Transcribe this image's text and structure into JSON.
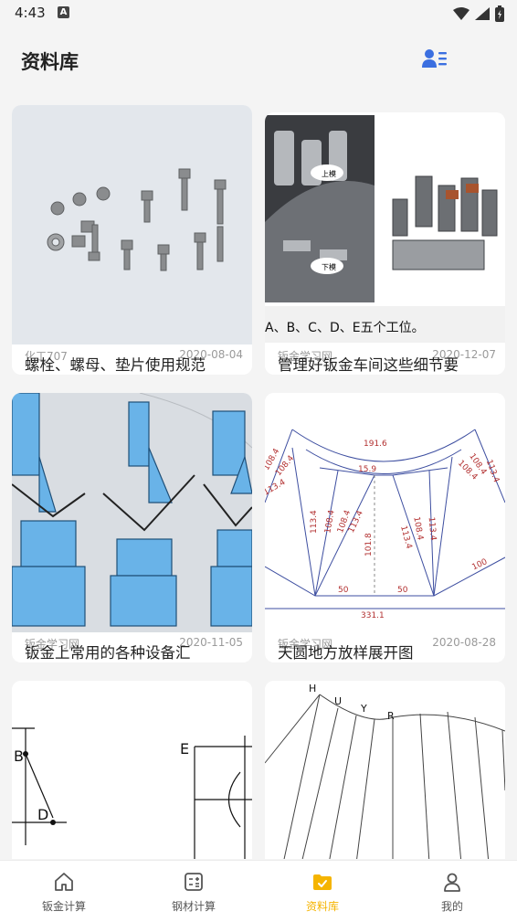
{
  "status": {
    "time": "4:43",
    "notification_glyph": "A"
  },
  "header": {
    "title": "资料库",
    "action_icon": "user-list-icon"
  },
  "articles": [
    {
      "title": "螺栓、螺母、垫片使用规范",
      "source": "化工707",
      "date": "2020-08-04",
      "image": "bolts-photo"
    },
    {
      "title": "管理好钣金车间这些细节要",
      "source": "钣金学习网",
      "date": "2020-12-07",
      "image": "turret-tooling-photo",
      "image_caption": "A、B、C、D、E五个工位。",
      "image_labels": [
        "上模",
        "下模"
      ]
    },
    {
      "title": "钣金上常用的各种设备汇",
      "source": "钣金学习网",
      "date": "2020-11-05",
      "image": "press-brake-diagram"
    },
    {
      "title": "天圆地方放样展开图",
      "source": "钣金学习网",
      "date": "2020-08-28",
      "image": "development-drawing",
      "image_labels": [
        "191.6",
        "108.4",
        "108.4",
        "113.4",
        "15.9",
        "108.4",
        "108.4",
        "113.4",
        "113.4",
        "108.4",
        "108.4",
        "113.4",
        "101.8",
        "113.4",
        "108.4",
        "113.4",
        "50",
        "50",
        "100",
        "331.1"
      ]
    },
    {
      "title": "",
      "source": "",
      "date": "",
      "image": "geometry-drawing-b-d-e",
      "image_labels": [
        "B",
        "D",
        "E"
      ]
    },
    {
      "title": "",
      "source": "",
      "date": "",
      "image": "curve-development-drawing",
      "image_labels": [
        "H",
        "U",
        "Y",
        "R"
      ]
    }
  ],
  "nav": {
    "items": [
      {
        "label": "钣金计算",
        "icon": "home-icon"
      },
      {
        "label": "钢材计算",
        "icon": "calculator-icon"
      },
      {
        "label": "资料库",
        "icon": "folder-icon"
      },
      {
        "label": "我的",
        "icon": "person-icon"
      }
    ],
    "active": 2
  },
  "colors": {
    "accent": "#f5b400",
    "header_icon": "#3b6fe0"
  }
}
